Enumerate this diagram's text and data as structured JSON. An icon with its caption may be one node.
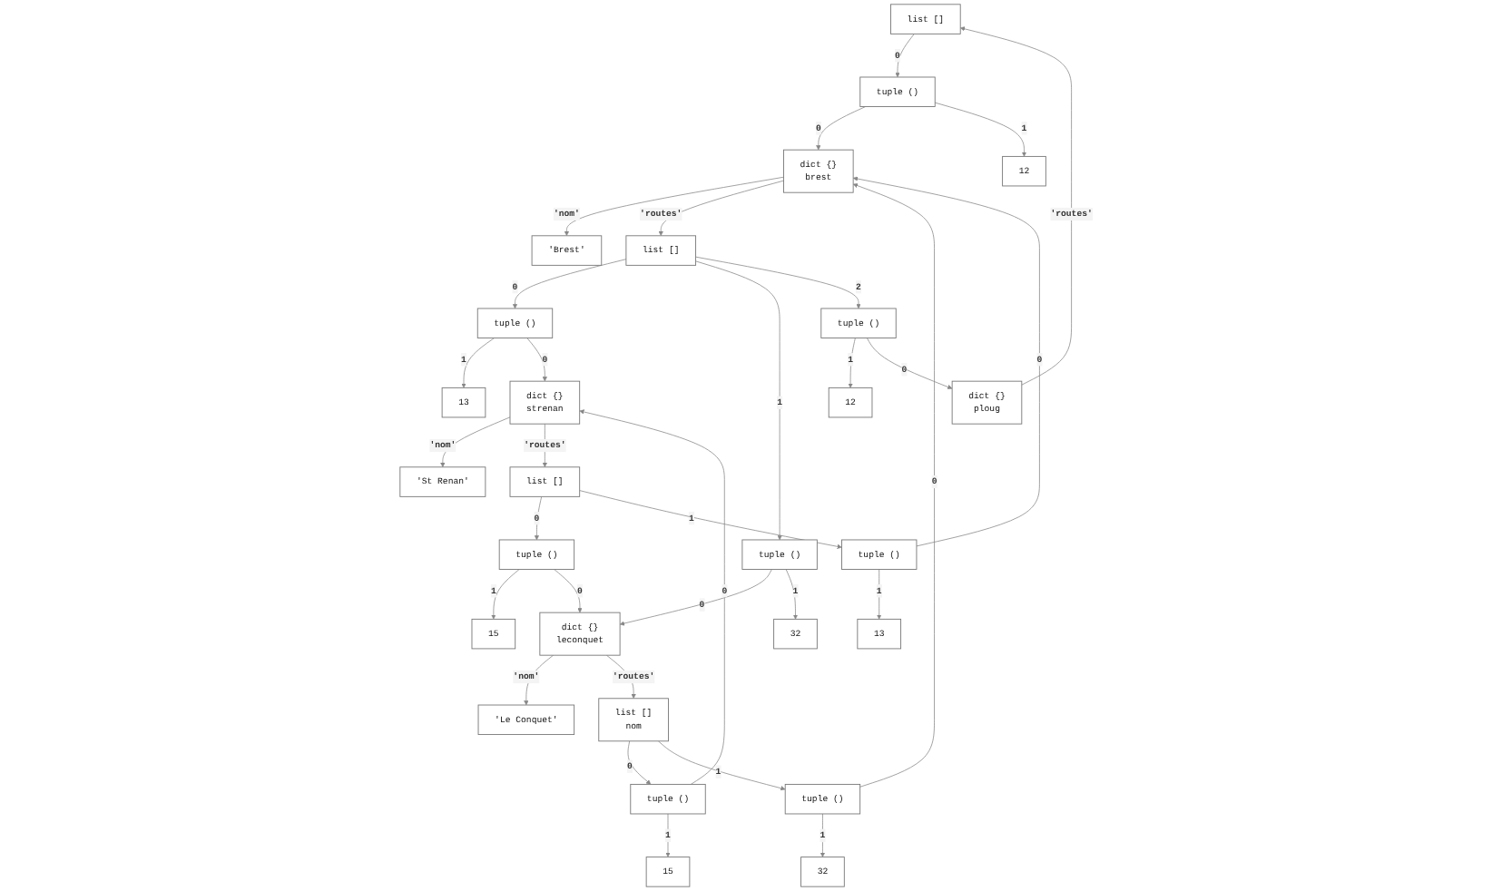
{
  "diagram": {
    "nodes": [
      {
        "text": [
          "'St Renan'"
        ]
      },
      {
        "text": [
          "dict {}",
          "strenan"
        ]
      },
      {
        "text": [
          "list []"
        ]
      },
      {
        "text": [
          "15"
        ]
      },
      {
        "text": [
          "tuple ()"
        ]
      },
      {
        "text": [
          "tuple ()"
        ]
      },
      {
        "text": [
          "15"
        ]
      },
      {
        "text": [
          "13"
        ]
      },
      {
        "text": [
          "tuple ()"
        ]
      },
      {
        "text": [
          "tuple ()"
        ]
      },
      {
        "text": [
          "13"
        ]
      },
      {
        "text": [
          "'Le Conquet'"
        ]
      },
      {
        "text": [
          "dict {}",
          "leconquet"
        ]
      },
      {
        "text": [
          "tuple ()"
        ]
      },
      {
        "text": [
          "32"
        ]
      },
      {
        "text": [
          "list []",
          "nom"
        ]
      },
      {
        "text": [
          "tuple ()"
        ]
      },
      {
        "text": [
          "32"
        ]
      },
      {
        "text": [
          "dict {}",
          "brest"
        ]
      },
      {
        "text": [
          "'Brest'"
        ]
      },
      {
        "text": [
          "list []"
        ]
      },
      {
        "text": [
          "tuple ()"
        ]
      },
      {
        "text": [
          "12"
        ]
      },
      {
        "text": [
          "tuple ()"
        ]
      },
      {
        "text": [
          "12"
        ]
      },
      {
        "text": [
          "dict {}",
          "ploug"
        ]
      },
      {
        "text": [
          "list []"
        ]
      }
    ],
    "edges": [
      {
        "from": 1,
        "to": 0,
        "arrow": "to",
        "label": "'nom'"
      },
      {
        "from": 1,
        "to": 2,
        "arrow": "to",
        "label": "'routes'"
      },
      {
        "from": 2,
        "to": 4,
        "arrow": "to",
        "label": "0"
      },
      {
        "from": 2,
        "to": 9,
        "arrow": "to",
        "label": "1"
      },
      {
        "from": 4,
        "to": 3,
        "arrow": "to",
        "label": "1"
      },
      {
        "from": 4,
        "to": 12,
        "arrow": "to",
        "label": "0"
      },
      {
        "from": 5,
        "to": 1,
        "arrow": "to",
        "label": "0"
      },
      {
        "from": 5,
        "to": 6,
        "arrow": "to",
        "label": "1"
      },
      {
        "from": 8,
        "to": 7,
        "arrow": "to",
        "label": "1"
      },
      {
        "from": 8,
        "to": 1,
        "arrow": "to",
        "label": "0"
      },
      {
        "from": 9,
        "to": 10,
        "arrow": "to",
        "label": "1"
      },
      {
        "from": 9,
        "to": 18,
        "arrow": "to",
        "label": "0"
      },
      {
        "from": 12,
        "to": 11,
        "arrow": "to",
        "label": "'nom'"
      },
      {
        "from": 12,
        "to": 15,
        "arrow": "to",
        "label": "'routes'"
      },
      {
        "from": 13,
        "to": 12,
        "arrow": "to",
        "label": "0"
      },
      {
        "from": 13,
        "to": 14,
        "arrow": "to",
        "label": "1"
      },
      {
        "from": 15,
        "to": 5,
        "arrow": "to",
        "label": "0"
      },
      {
        "from": 15,
        "to": 16,
        "arrow": "to",
        "label": "1"
      },
      {
        "from": 16,
        "to": 18,
        "arrow": "to",
        "label": "0"
      },
      {
        "from": 16,
        "to": 17,
        "arrow": "to",
        "label": "1"
      },
      {
        "from": 18,
        "to": 19,
        "arrow": "to",
        "label": "'nom'"
      },
      {
        "from": 18,
        "to": 20,
        "arrow": "to",
        "label": "'routes'"
      },
      {
        "from": 20,
        "to": 8,
        "arrow": "to",
        "label": "0"
      },
      {
        "from": 20,
        "to": 13,
        "arrow": "to",
        "label": "1"
      },
      {
        "from": 20,
        "to": 21,
        "arrow": "to",
        "label": "2"
      },
      {
        "from": 21,
        "to": 22,
        "arrow": "to",
        "label": "1"
      },
      {
        "from": 21,
        "to": 25,
        "arrow": "to",
        "label": "0"
      },
      {
        "from": 23,
        "to": 18,
        "arrow": "to",
        "label": "0"
      },
      {
        "from": 23,
        "to": 24,
        "arrow": "to",
        "label": "1"
      },
      {
        "from": 25,
        "to": 26,
        "arrow": "to",
        "label": "'routes'"
      },
      {
        "from": 26,
        "to": 23,
        "arrow": "to",
        "label": "0"
      }
    ]
  }
}
